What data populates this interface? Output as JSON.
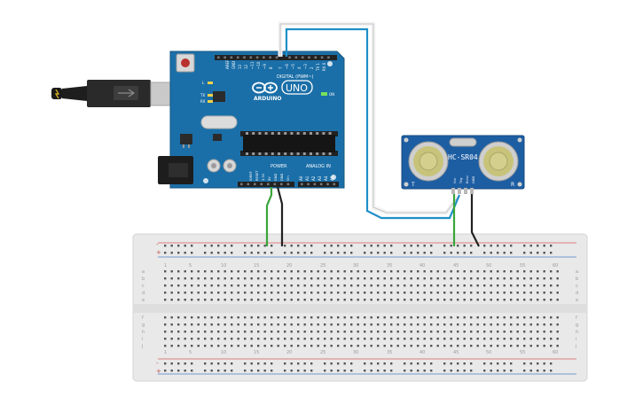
{
  "arduino": {
    "brand": "ARDUINO",
    "model": "UNO",
    "digital_label": "DIGITAL (PWM~)",
    "power_label": "POWER",
    "analog_label": "ANALOG IN",
    "on_label": "ON",
    "led_l": "L",
    "led_tx": "TX",
    "led_rx": "RX",
    "digital_pins": [
      "AREF",
      "GND",
      "13",
      "12",
      "~11",
      "~10",
      "~9",
      "8",
      "7",
      "~6",
      "~5",
      "4",
      "~3",
      "2",
      "TX 1",
      "RX 0"
    ],
    "power_pins": [
      "IOREF",
      "RESET",
      "3.3V",
      "5V",
      "GND",
      "GND",
      "Vin"
    ],
    "analog_pins": [
      "A0",
      "A1",
      "A2",
      "A3",
      "A4",
      "A5"
    ],
    "colors": {
      "board": "#1b6fa8",
      "board_edge": "#14557f",
      "header": "#222222"
    }
  },
  "sensor": {
    "model": "HC-SR04",
    "corner_left": "T",
    "corner_right": "R",
    "pins": [
      "Vcc",
      "Trig",
      "Echo",
      "GND"
    ],
    "colors": {
      "board": "#1d5ea3",
      "transducer": "#c8c37a"
    }
  },
  "breadboard": {
    "rail_minus": "-",
    "rail_plus": "+",
    "column_numbers": [
      "1",
      "5",
      "10",
      "15",
      "20",
      "25",
      "30",
      "35",
      "40",
      "45",
      "50",
      "55",
      "60"
    ],
    "row_letters_top": [
      "a",
      "b",
      "c",
      "d",
      "e"
    ],
    "row_letters_bottom": [
      "f",
      "g",
      "h",
      "i",
      "j"
    ]
  },
  "wires": {
    "colors": {
      "green": "#3aa53a",
      "black": "#222222",
      "blue": "#1e8fc8",
      "white": "#f4f4f4"
    }
  }
}
